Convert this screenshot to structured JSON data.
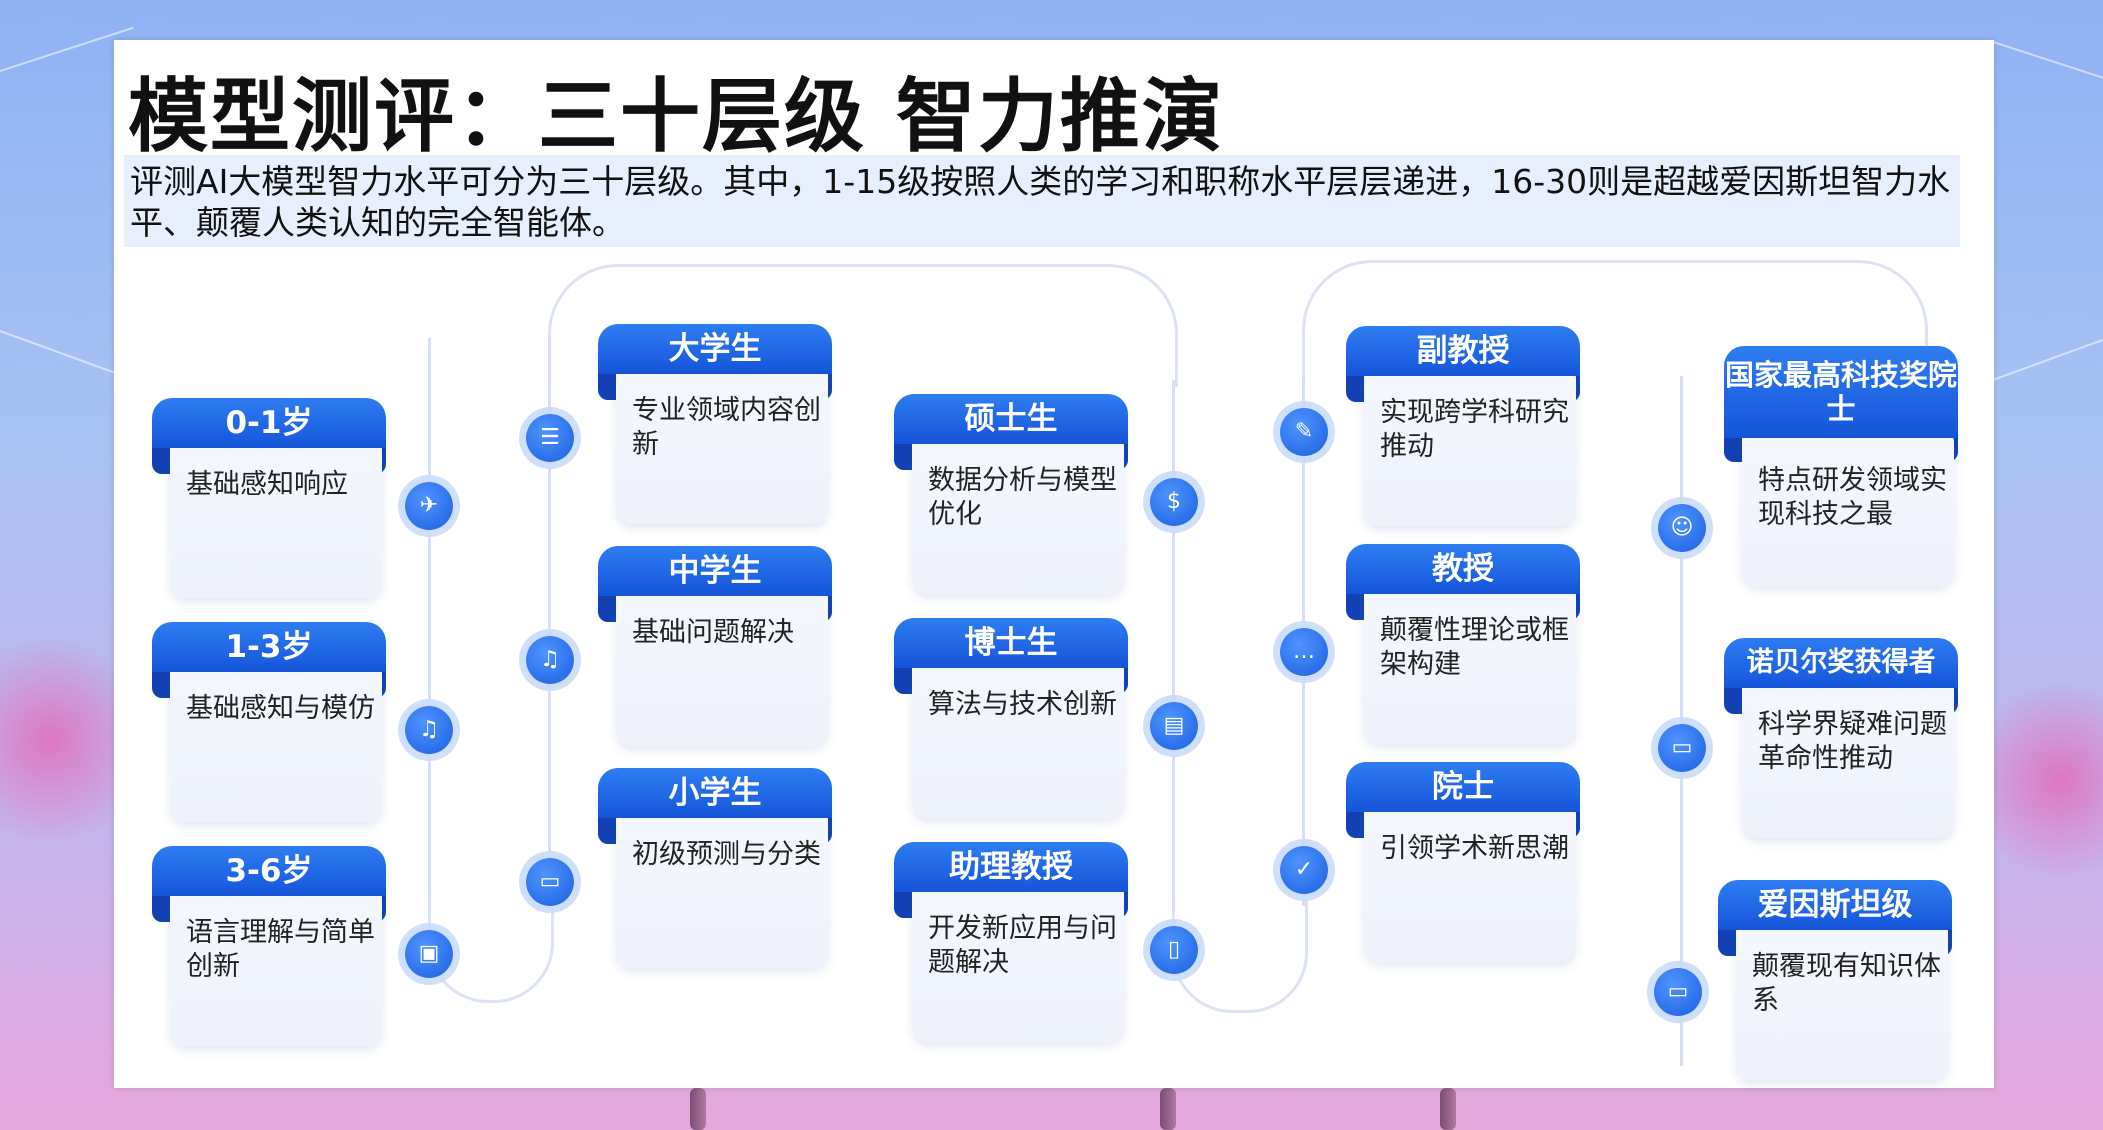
{
  "title": "模型测评：三十层级 智力推演",
  "subtitle": "评测AI大模型智力水平可分为三十层级。其中，1-15级按照人类的学习和职称水平层层递进，16-30则是超越爱因斯坦智力水平、颠覆人类认知的完全智能体。",
  "colors": {
    "accent": "#1f66e8",
    "tab_dark": "#1341b4",
    "card_bg": "#f1f5fc",
    "subtitle_bg": "#e7eefc"
  },
  "columns": [
    {
      "cards": [
        {
          "label": "0-1岁",
          "text": "基础感知响应",
          "icon": "rocket-icon"
        },
        {
          "label": "1-3岁",
          "text": "基础感知与模仿",
          "icon": "bell-icon"
        },
        {
          "label": "3-6岁",
          "text": "语言理解与简单创新",
          "icon": "clipboard-icon"
        }
      ]
    },
    {
      "cards": [
        {
          "label": "大学生",
          "text": "专业领域内容创新",
          "icon": "document-icon"
        },
        {
          "label": "中学生",
          "text": "基础问题解决",
          "icon": "bell-icon"
        },
        {
          "label": "小学生",
          "text": "初级预测与分类",
          "icon": "folder-icon"
        }
      ]
    },
    {
      "cards": [
        {
          "label": "硕士生",
          "text": "数据分析与模型优化",
          "icon": "money-bag-icon"
        },
        {
          "label": "博士生",
          "text": "算法与技术创新",
          "icon": "briefcase-icon"
        },
        {
          "label": "助理教授",
          "text": "开发新应用与问题解决",
          "icon": "file-icon"
        }
      ]
    },
    {
      "cards": [
        {
          "label": "副教授",
          "text": "实现跨学科研究推动",
          "icon": "notebook-icon"
        },
        {
          "label": "教授",
          "text": "颠覆性理论或框架构建",
          "icon": "chat-icon"
        },
        {
          "label": "院士",
          "text": "引领学术新思潮",
          "icon": "badge-icon"
        }
      ]
    },
    {
      "cards": [
        {
          "label": "国家最高科技奖院士",
          "text": "特点研发领域实现科技之最",
          "icon": "user-icon"
        },
        {
          "label": "诺贝尔奖获得者",
          "text": "科学界疑难问题革命性推动",
          "icon": "folder-icon"
        },
        {
          "label": "爱因斯坦级",
          "text": "颠覆现有知识体系",
          "icon": "folder-icon"
        }
      ]
    }
  ]
}
